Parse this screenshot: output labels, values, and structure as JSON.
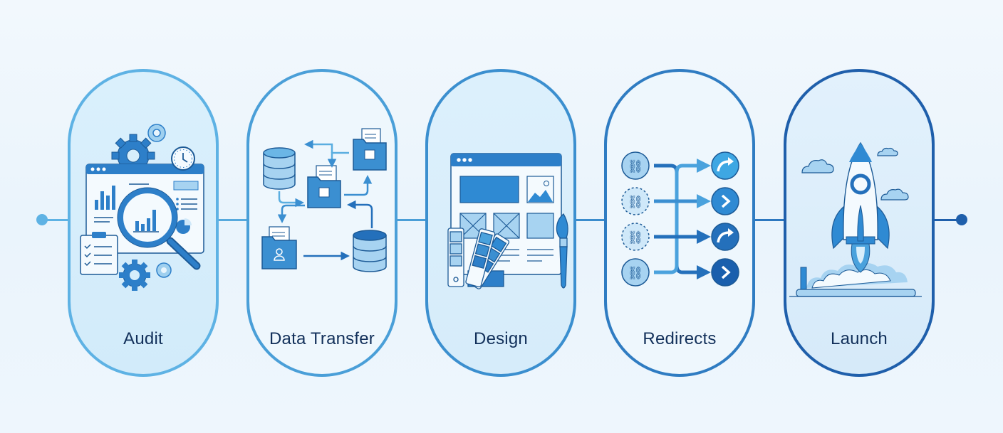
{
  "diagram": {
    "type": "process-flow",
    "steps": [
      {
        "label": "Audit",
        "icon": "audit-analytics-icon",
        "border_color": "#5aaede",
        "fill_color": "#d6eefb"
      },
      {
        "label": "Data Transfer",
        "icon": "data-transfer-icon",
        "border_color": "#4a9fd8",
        "fill_color": "#eef7fd"
      },
      {
        "label": "Design",
        "icon": "web-design-icon",
        "border_color": "#3b8fcf",
        "fill_color": "#d8eefb"
      },
      {
        "label": "Redirects",
        "icon": "redirects-icon",
        "border_color": "#2f7cc2",
        "fill_color": "#eef7fd"
      },
      {
        "label": "Launch",
        "icon": "rocket-launch-icon",
        "border_color": "#1f5fab",
        "fill_color": "#dcedf9"
      }
    ],
    "start_color": "#5aaede",
    "end_color": "#1f5fab"
  }
}
